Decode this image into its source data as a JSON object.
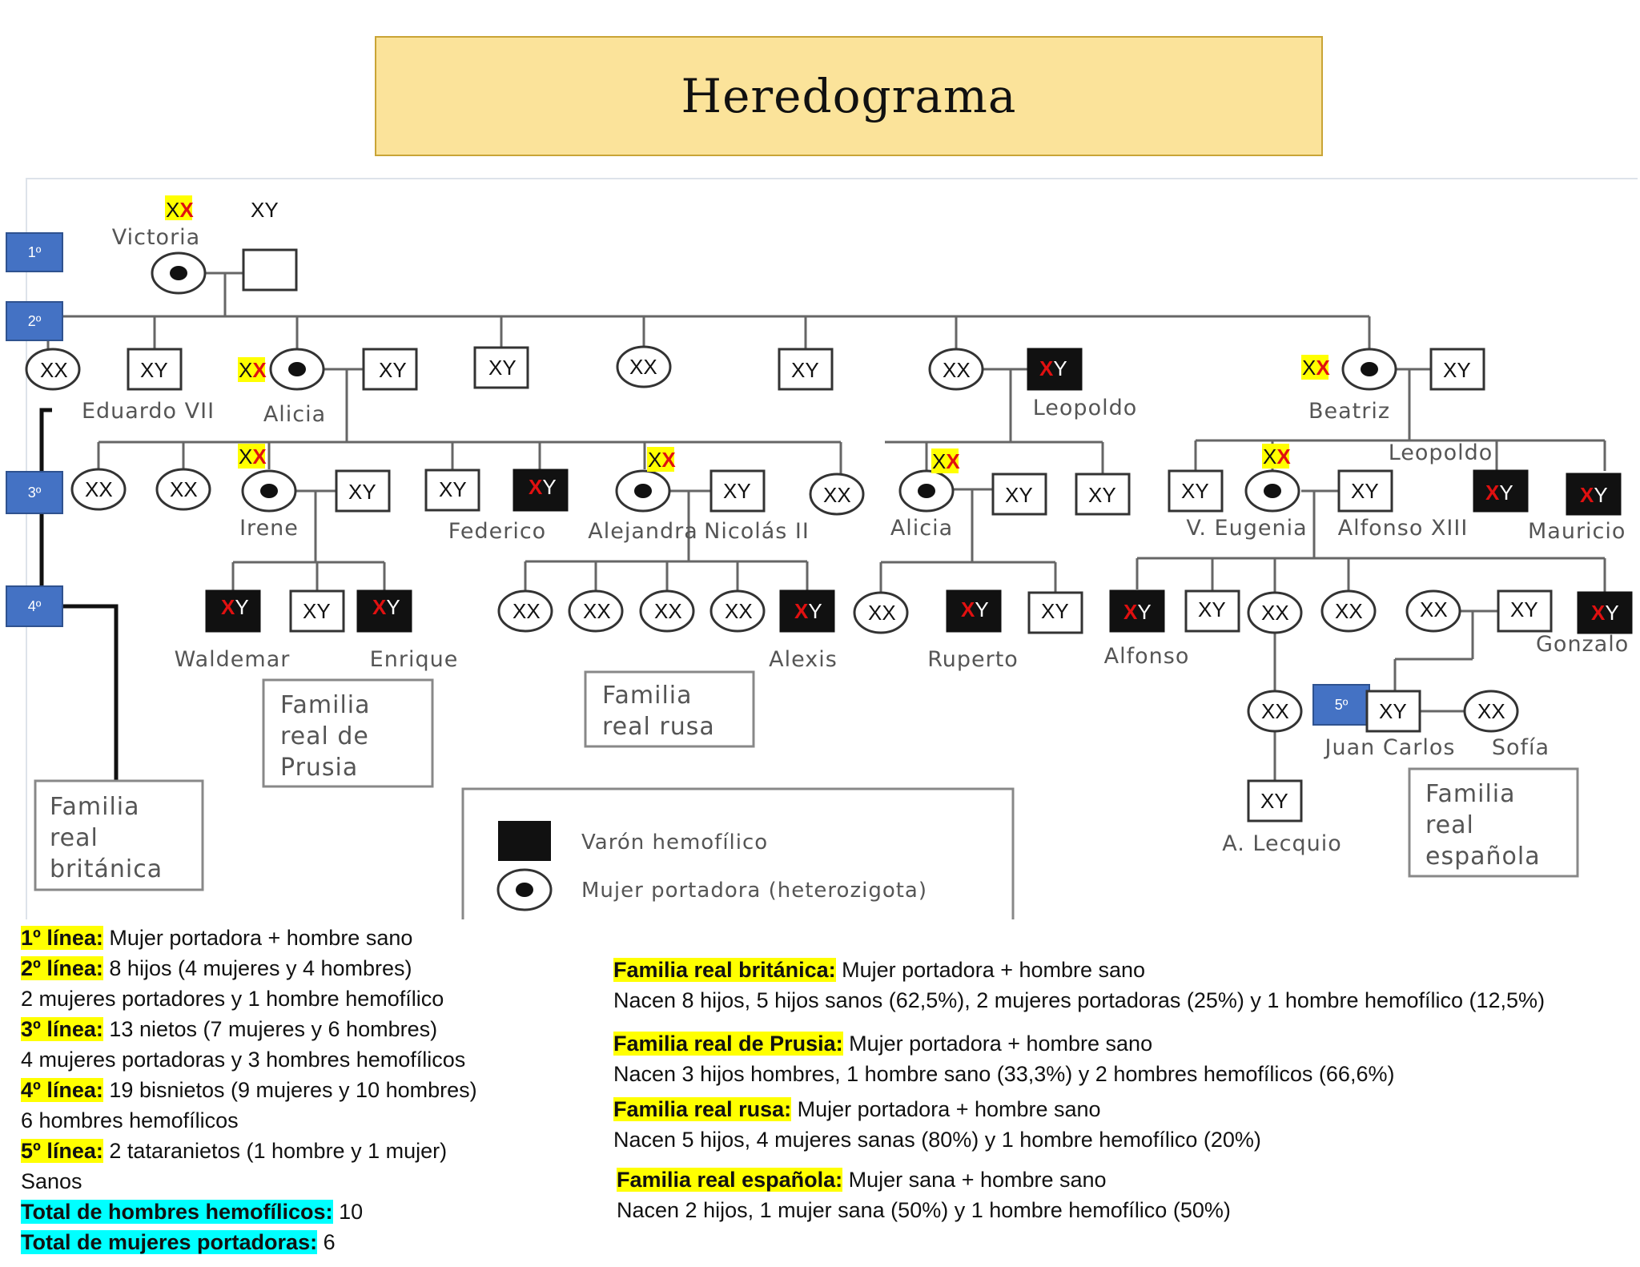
{
  "title": "Heredograma",
  "generations": [
    "1º",
    "2º",
    "3º",
    "4º",
    "5º"
  ],
  "names": {
    "victoria": "Victoria",
    "eduardo": "Eduardo VII",
    "alicia2": "Alicia",
    "leopoldo2": "Leopoldo",
    "beatriz": "Beatriz",
    "leopoldo3": "Leopoldo",
    "irene": "Irene",
    "federico": "Federico",
    "alejandra": "Alejandra",
    "nicolas": "Nicolás II",
    "alicia3": "Alicia",
    "veugenia": "V. Eugenia",
    "alfonso13": "Alfonso XIII",
    "mauricio": "Mauricio",
    "waldemar": "Waldemar",
    "enrique": "Enrique",
    "alexis": "Alexis",
    "ruperto": "Ruperto",
    "alfonso": "Alfonso",
    "gonzalo": "Gonzalo",
    "juancarlos": "Juan Carlos",
    "sofia": "Sofía",
    "lecquio": "A. Lecquio"
  },
  "families": {
    "britanica": [
      "Familia",
      "real",
      "británica"
    ],
    "prusia": [
      "Familia",
      "real de",
      "Prusia"
    ],
    "rusa": [
      "Familia",
      "real rusa"
    ],
    "espanola": [
      "Familia",
      "real",
      "española"
    ]
  },
  "legend": {
    "male": "Varón hemofílico",
    "female": "Mujer portadora (heterozigota)"
  },
  "colors": {
    "highlight": "#ffff00",
    "total_highlight": "#00ffff",
    "affected_allele": "#e01010",
    "gen_box": "#4472c4"
  },
  "notes_left": [
    {
      "label": "1º línea:",
      "text": " Mujer portadora + hombre sano"
    },
    {
      "label": "2º línea:",
      "text": " 8 hijos (4 mujeres y 4 hombres)"
    },
    {
      "label": "",
      "text": "2 mujeres portadores y 1 hombre hemofílico"
    },
    {
      "label": "3º línea:",
      "text": " 13 nietos (7 mujeres y 6 hombres)"
    },
    {
      "label": "",
      "text": "4 mujeres portadoras y 3 hombres hemofílicos"
    },
    {
      "label": "4º línea:",
      "text": " 19 bisnietos (9 mujeres y 10 hombres)"
    },
    {
      "label": "",
      "text": "6 hombres hemofílicos"
    },
    {
      "label": "5º línea:",
      "text": " 2 tataranietos (1 hombre y 1 mujer)"
    },
    {
      "label": "",
      "text": "Sanos"
    }
  ],
  "totals": [
    {
      "label": "Total de hombres hemofílicos:",
      "value": " 10"
    },
    {
      "label": "Total de mujeres portadoras:",
      "value": " 6"
    }
  ],
  "notes_right": [
    {
      "label": "Familia real británica:",
      "text": " Mujer portadora + hombre sano",
      "detail": "Nacen 8 hijos, 5 hijos sanos (62,5%),  2 mujeres portadoras (25%) y 1 hombre hemofílico (12,5%)"
    },
    {
      "label": "Familia real de Prusia:",
      "text": " Mujer portadora + hombre sano",
      "detail": "Nacen 3 hijos hombres, 1 hombre sano (33,3%) y 2 hombres hemofílicos (66,6%)"
    },
    {
      "label": "Familia real rusa:",
      "text": " Mujer portadora + hombre sano",
      "detail": "Nacen 5 hijos, 4 mujeres sanas (80%) y 1 hombre hemofílico (20%)"
    },
    {
      "label": "Familia real española:",
      "text": " Mujer sana + hombre sano",
      "detail": "Nacen 2 hijos, 1 mujer sana (50%) y 1 hombre hemofílico (50%)"
    }
  ]
}
